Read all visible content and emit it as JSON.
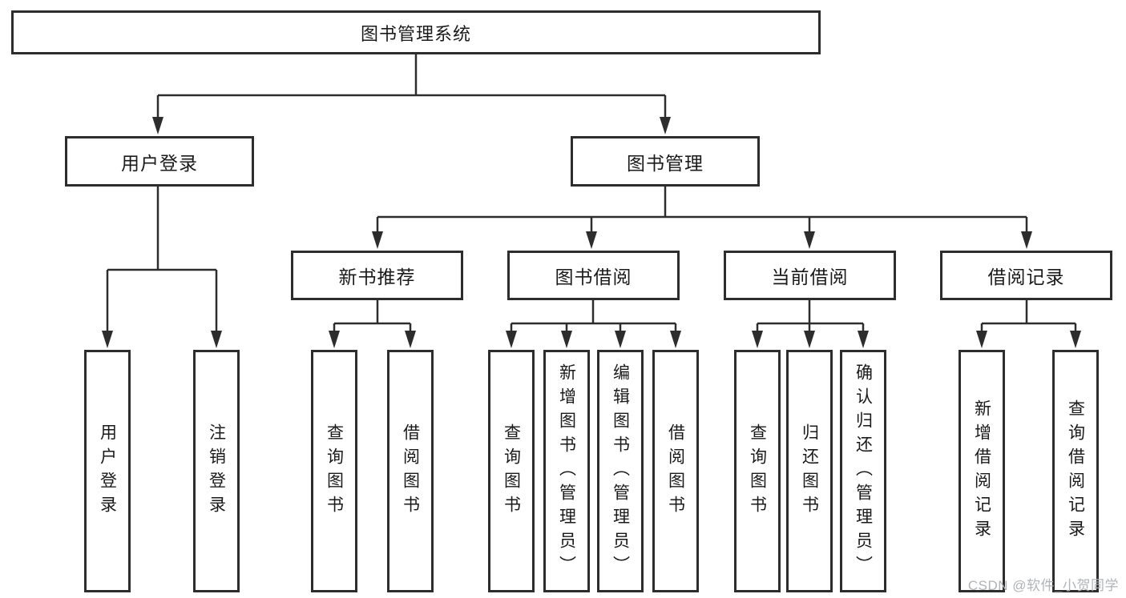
{
  "diagram": {
    "type": "hierarchy-tree",
    "root": {
      "label": "图书管理系统",
      "children": [
        {
          "label": "用户登录",
          "children": [
            {
              "label": "用户登录"
            },
            {
              "label": "注销登录"
            }
          ]
        },
        {
          "label": "图书管理",
          "children": [
            {
              "label": "新书推荐",
              "children": [
                {
                  "label": "查询图书"
                },
                {
                  "label": "借阅图书"
                }
              ]
            },
            {
              "label": "图书借阅",
              "children": [
                {
                  "label": "查询图书"
                },
                {
                  "label": "新增图书（管理员）"
                },
                {
                  "label": "编辑图书（管理员）"
                },
                {
                  "label": "借阅图书"
                }
              ]
            },
            {
              "label": "当前借阅",
              "children": [
                {
                  "label": "查询图书"
                },
                {
                  "label": "归还图书"
                },
                {
                  "label": "确认归还（管理员）"
                }
              ]
            },
            {
              "label": "借阅记录",
              "children": [
                {
                  "label": "新增借阅记录"
                },
                {
                  "label": "查询借阅记录"
                }
              ]
            }
          ]
        }
      ]
    },
    "colors": {
      "line": "#2d2d2d",
      "box_border": "#2d2d2d",
      "text": "#1a1a1a",
      "watermark": "#b0b4b7",
      "background": "#ffffff"
    }
  },
  "watermark": {
    "text": "CSDN @软件_小贺同学"
  }
}
